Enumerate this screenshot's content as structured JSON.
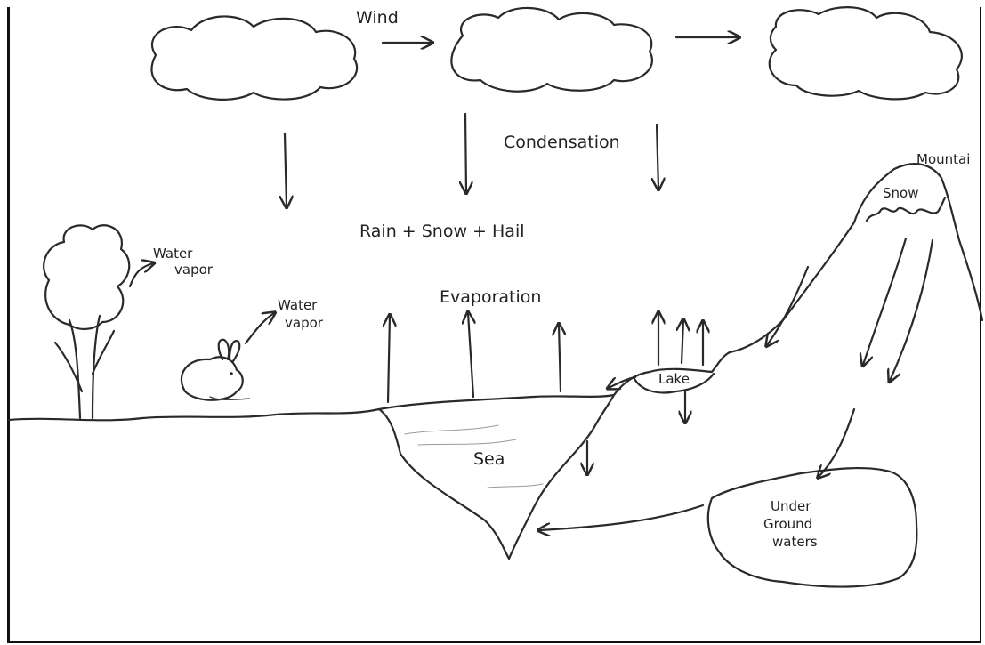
{
  "labels": {
    "wind": "Wind",
    "condensation": "Condensation",
    "precipitation": "Rain + Snow + Hail",
    "evaporation": "Evaporation",
    "water_vapor_tree_line1": "Water",
    "water_vapor_tree_line2": "vapor",
    "water_vapor_animal_line1": "Water",
    "water_vapor_animal_line2": "vapor",
    "mountain": "Mountai",
    "snow": "Snow",
    "lake": "Lake",
    "sea": "Sea",
    "underground_line1": "Under",
    "underground_line2": "Ground",
    "underground_line3": "waters"
  },
  "colors": {
    "ink": "#2a2a2a",
    "paper": "#ffffff",
    "frame": "#111111"
  }
}
